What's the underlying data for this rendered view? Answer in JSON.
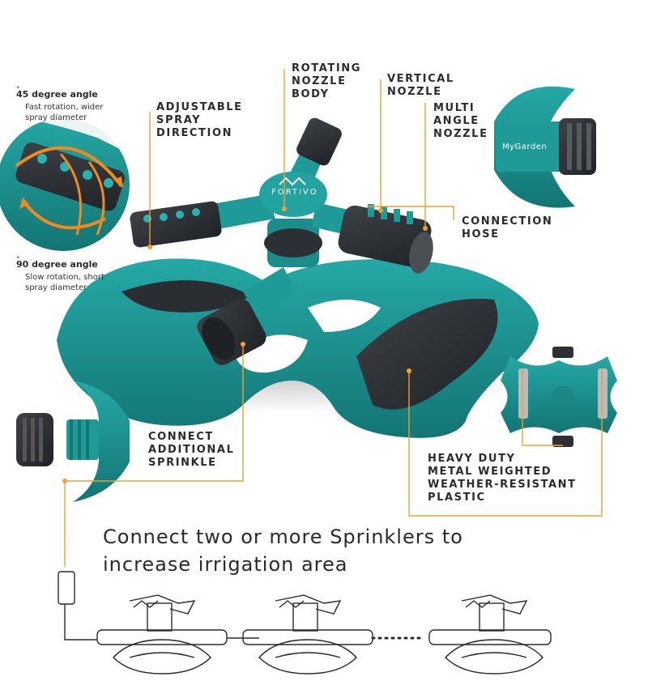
{
  "brand": {
    "logo_text": "FORTIVO",
    "hose_text": "MyGarden"
  },
  "callouts": {
    "adjustable": [
      "ADJUSTABLE",
      "SPRAY",
      "DIRECTION"
    ],
    "rotating": [
      "ROTATING",
      "NOZZLE",
      "BODY"
    ],
    "vertical": [
      "VERTICAL",
      "NOZZLE"
    ],
    "multi_angle": [
      "MULTI",
      "ANGLE",
      "NOZZLE"
    ],
    "connection_hose": [
      "CONNECTION",
      "HOSE"
    ],
    "connect_additional": [
      "CONNECT",
      "ADDITIONAL",
      "SPRINKLE"
    ],
    "heavy_duty": [
      "HEAVY DUTY",
      "METAL WEIGHTED",
      "WEATHER-RESISTANT",
      "PLASTIC"
    ]
  },
  "angle_notes": {
    "deg45": {
      "title": "45 degree angle",
      "lines": [
        "Fast rotation, wider",
        "spray diameter"
      ]
    },
    "deg90": {
      "title": "90 degree angle",
      "lines": [
        "Slow rotation, short",
        "spray diameter"
      ]
    }
  },
  "headline": [
    "Connect two or more Sprinklers to",
    "increase irrigation area"
  ],
  "colors": {
    "teal": "#1e9a98",
    "teal_dark": "#147776",
    "dark": "#2e3236",
    "leader": "#f0a030",
    "text": "#2b2b2b"
  }
}
